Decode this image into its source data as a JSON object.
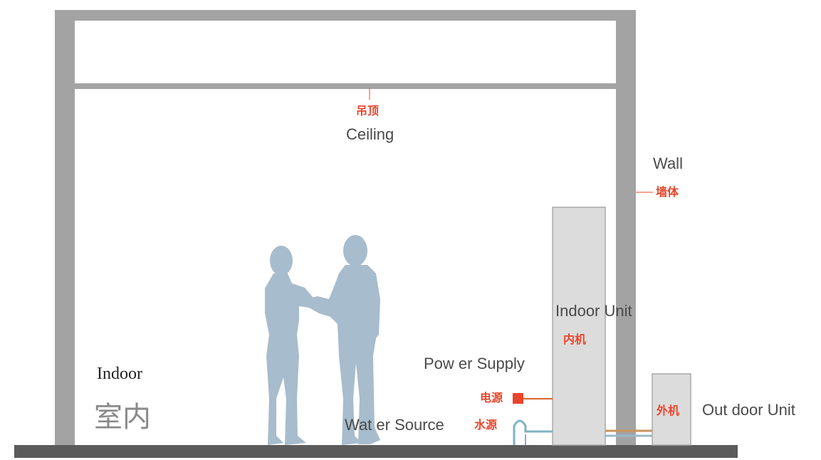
{
  "labels": {
    "ceiling_cn": "吊顶",
    "ceiling_en": "Ceiling",
    "wall_en": "Wall",
    "wall_cn": "墙体",
    "indoor_unit_en": "Indoor Unit",
    "indoor_unit_cn": "内机",
    "power_supply_en": "Pow er Supply",
    "power_supply_cn": "电源",
    "water_source_en": "Wat er Source",
    "water_source_cn": "水源",
    "outdoor_unit_cn": "外机",
    "outdoor_unit_en": "Out door Unit",
    "indoor_en": "Indoor",
    "indoor_cn": "室内"
  },
  "colors": {
    "structure": "#a3a3a3",
    "floor": "#5b5b5b",
    "unit_fill": "#dcdcdc",
    "unit_stroke": "#aaaaaa",
    "figures": "#a7bccd",
    "accent_red": "#e8452a",
    "water_pipe": "#7fb2c4",
    "copper_pipe": "#c8935e",
    "text": "#4a4a4a"
  }
}
